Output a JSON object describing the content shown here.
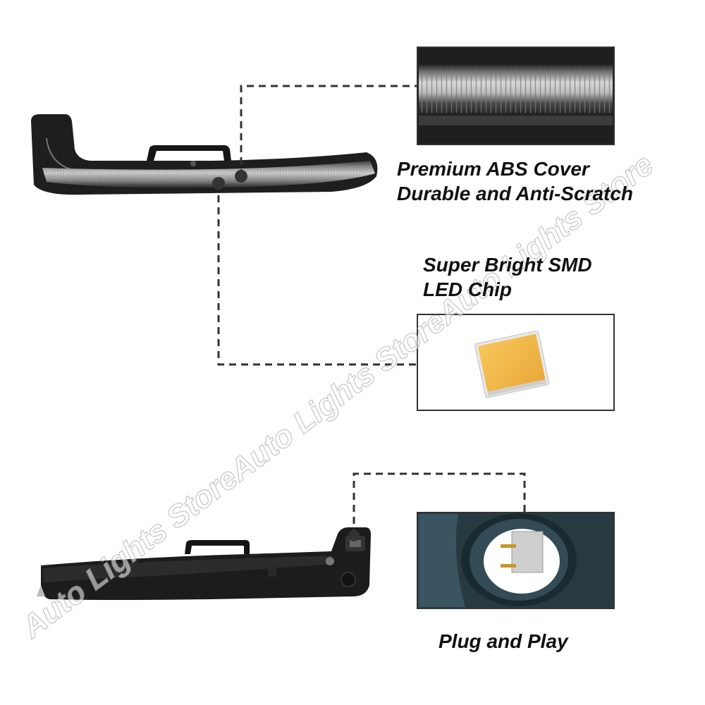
{
  "captions": {
    "abs_cover": [
      "Premium ABS Cover",
      "Durable and Anti-Scratch"
    ],
    "led_chip": [
      "Super Bright SMD",
      "LED Chip"
    ],
    "plug": "Plug and Play"
  },
  "watermark": "Auto Lights StoreAuto Lights StoreAuto Lights Store",
  "colors": {
    "led_chip": "#f2be4a",
    "housing": "#1c1c1c",
    "connector": "#2f4650"
  }
}
